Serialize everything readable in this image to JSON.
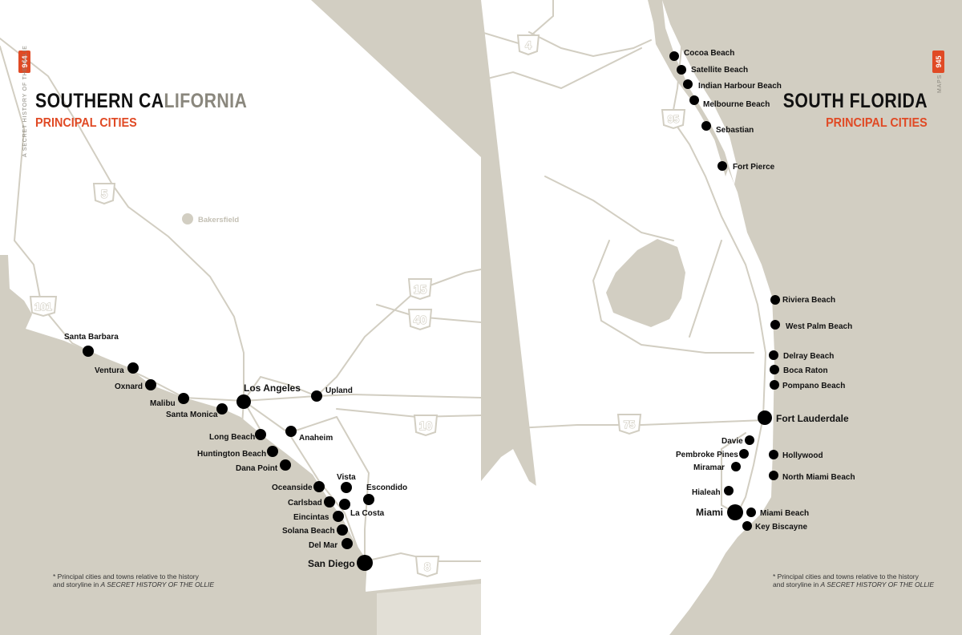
{
  "colors": {
    "land": "#ffffff",
    "water": "#d2cec2",
    "road": "#d2cec2",
    "city_dot": "#000000",
    "accent": "#e04a25",
    "title_dark": "#111111",
    "title_light": "#8a877d"
  },
  "left_page": {
    "page_number": "944",
    "running_head": "A SECRET HISTORY OF THE OLLIE",
    "title_part_dark": "SOUTHERN CA",
    "title_part_light": "LIFORNIA",
    "subtitle": "PRINCIPAL CITIES",
    "footnote_line1": "* Principal cities and towns relative to the history",
    "footnote_line2_prefix": "and storyline in ",
    "footnote_line2_italic": "A SECRET HISTORY OF THE OLLIE",
    "highway_shields": [
      "5",
      "101",
      "15",
      "40",
      "10",
      "8"
    ],
    "reference_town": "Bakersfield",
    "cities": [
      "Santa Barbara",
      "Ventura",
      "Oxnard",
      "Malibu",
      "Santa Monica",
      "Los Angeles",
      "Upland",
      "Long Beach",
      "Anaheim",
      "Huntington Beach",
      "Dana Point",
      "Oceanside",
      "Vista",
      "Escondido",
      "Carlsbad",
      "La Costa",
      "Eincintas",
      "Solana Beach",
      "Del Mar",
      "San Diego"
    ]
  },
  "right_page": {
    "page_number": "945",
    "running_head": "MAPS",
    "title_part_dark": "SOUTH FLORIDA",
    "subtitle": "PRINCIPAL CITIES",
    "footnote_line1": "* Principal cities and towns relative to the history",
    "footnote_line2_prefix": "and storyline in ",
    "footnote_line2_italic": "A SECRET HISTORY OF THE OLLIE",
    "highway_shields": [
      "4",
      "95",
      "75"
    ],
    "cities": [
      "Cocoa Beach",
      "Satellite Beach",
      "Indian Harbour Beach",
      "Melbourne Beach",
      "Sebastian",
      "Fort Pierce",
      "Riviera Beach",
      "West Palm Beach",
      "Delray Beach",
      "Boca Raton",
      "Pompano Beach",
      "Fort Lauderdale",
      "Davie",
      "Pembroke Pines",
      "Hollywood",
      "Miramar",
      "North Miami Beach",
      "Hialeah",
      "Miami",
      "Miami Beach",
      "Key Biscayne"
    ]
  }
}
